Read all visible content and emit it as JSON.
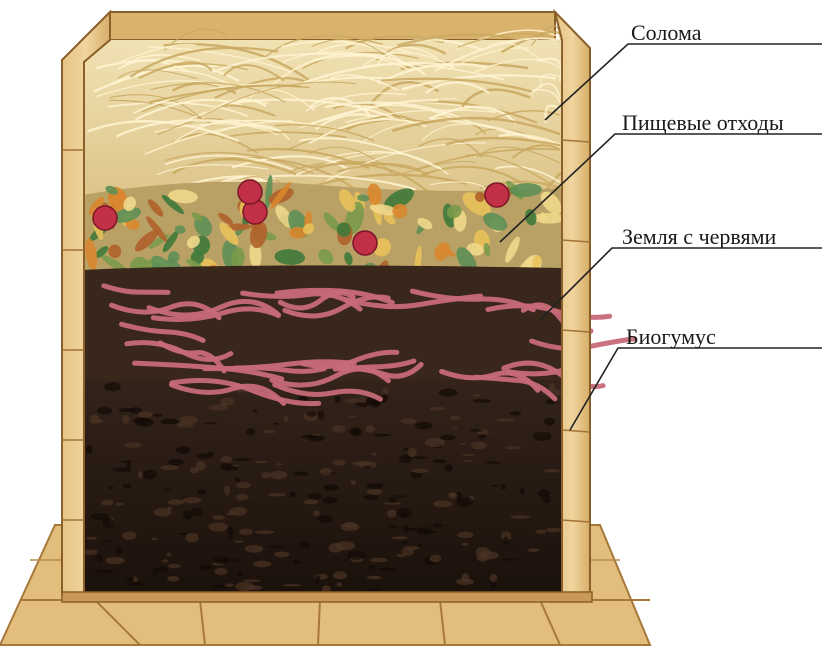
{
  "diagram": {
    "labels": {
      "straw": "Солома",
      "food_waste": "Пищевые отходы",
      "soil_with_worms": "Земля с червями",
      "biohumus": "Биогумус"
    },
    "colors": {
      "wood_light": "#e8c98a",
      "wood_mid": "#d2a860",
      "wood_dark": "#a87a3a",
      "straw": "#e9d7a4",
      "straw_dark": "#c9a860",
      "food_green": "#3f7a3a",
      "food_orange": "#d9862e",
      "food_red": "#c23048",
      "soil": "#2b1d14",
      "humus": "#1f140e",
      "worm": "#c76a78",
      "leader_line": "#222222"
    }
  }
}
